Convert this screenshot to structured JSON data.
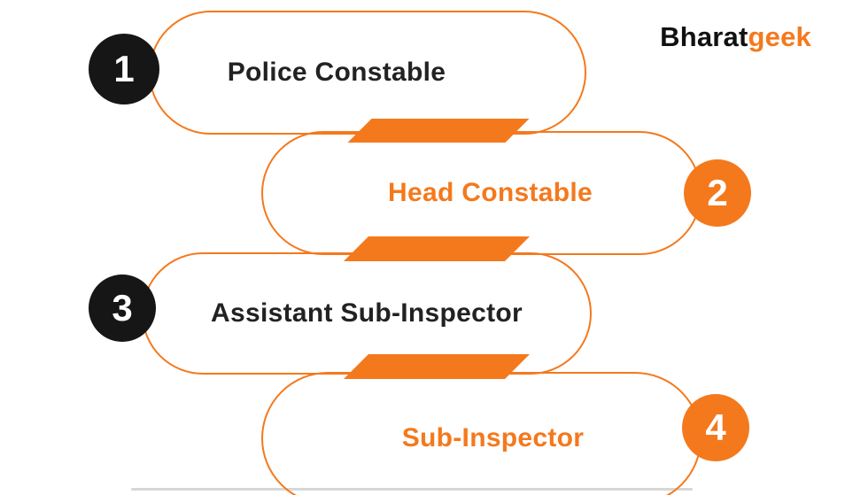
{
  "brand": {
    "first": "Bharat",
    "second": "geek"
  },
  "colors": {
    "orange": "#F4791D",
    "black": "#161616",
    "dark_text": "#222222",
    "background": "#FFFFFF"
  },
  "diagram": {
    "type": "rank-progression",
    "topic": "Police ranks"
  },
  "steps": [
    {
      "number": "1",
      "label": "Police Constable",
      "badge_color": "black",
      "label_color": "dark",
      "badge_side": "left"
    },
    {
      "number": "2",
      "label": "Head Constable",
      "badge_color": "orange",
      "label_color": "orange",
      "badge_side": "right"
    },
    {
      "number": "3",
      "label": "Assistant Sub-Inspector",
      "badge_color": "black",
      "label_color": "dark",
      "badge_side": "left"
    },
    {
      "number": "4",
      "label": "Sub-Inspector",
      "badge_color": "orange",
      "label_color": "orange",
      "badge_side": "right"
    }
  ]
}
